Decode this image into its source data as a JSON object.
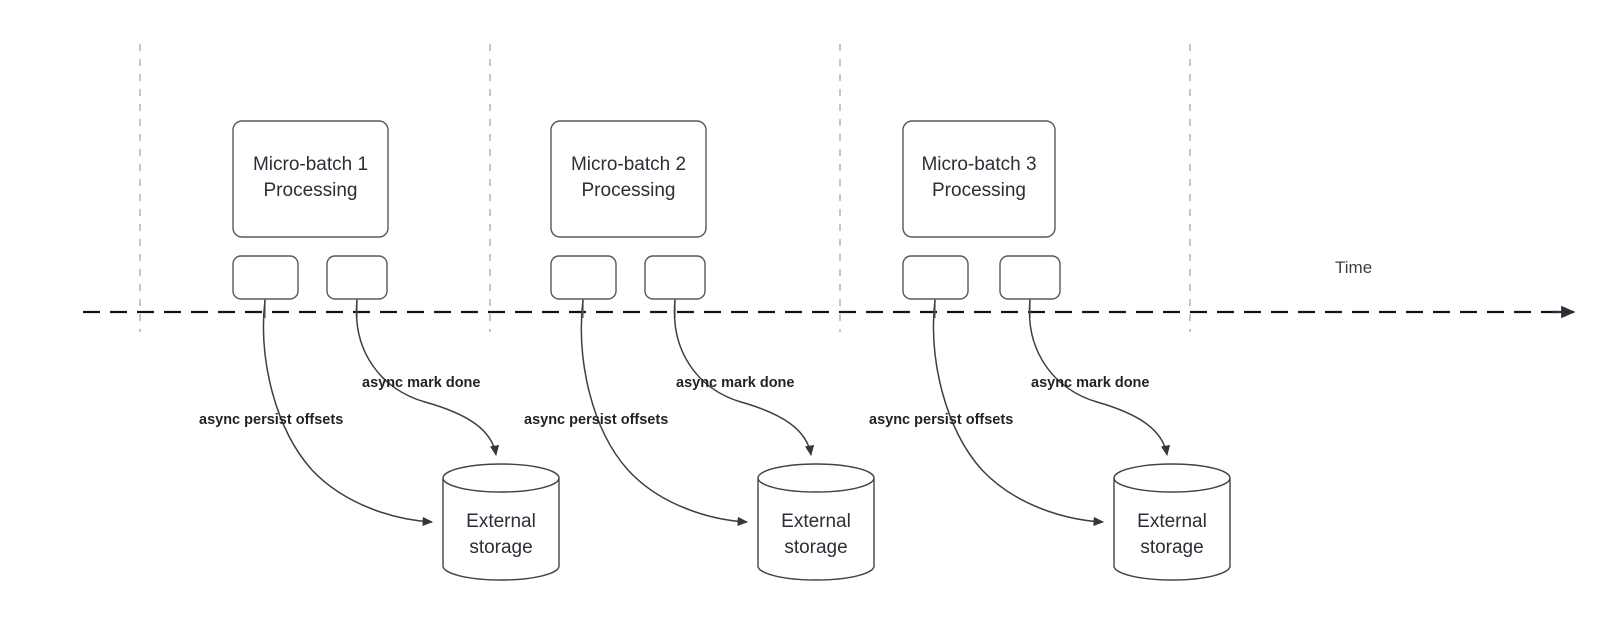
{
  "diagram": {
    "title_label": "Time",
    "axis": {
      "name": "time-axis",
      "label": "Time",
      "direction": "left-to-right",
      "style": "dashed-with-arrowhead"
    },
    "tick_marks": [
      {
        "name": "batch-boundary-1"
      },
      {
        "name": "batch-boundary-2"
      },
      {
        "name": "batch-boundary-3"
      },
      {
        "name": "batch-boundary-4"
      }
    ],
    "groups": [
      {
        "id": "group-1",
        "batch_box": {
          "line1": "Micro-batch 1",
          "line2": "Processing"
        },
        "small_boxes": [
          {
            "name": "commit-marker-a",
            "label": ""
          },
          {
            "name": "commit-marker-b",
            "label": ""
          }
        ],
        "storage": {
          "line1": "External",
          "line2": "storage"
        },
        "edges": [
          {
            "name": "async-persist-offsets-edge",
            "label": "async persist offsets"
          },
          {
            "name": "async-mark-done-edge",
            "label": "async mark done"
          }
        ]
      },
      {
        "id": "group-2",
        "batch_box": {
          "line1": "Micro-batch 2",
          "line2": "Processing"
        },
        "small_boxes": [
          {
            "name": "commit-marker-a",
            "label": ""
          },
          {
            "name": "commit-marker-b",
            "label": ""
          }
        ],
        "storage": {
          "line1": "External",
          "line2": "storage"
        },
        "edges": [
          {
            "name": "async-persist-offsets-edge",
            "label": "async persist offsets"
          },
          {
            "name": "async-mark-done-edge",
            "label": "async mark done"
          }
        ]
      },
      {
        "id": "group-3",
        "batch_box": {
          "line1": "Micro-batch 3",
          "line2": "Processing"
        },
        "small_boxes": [
          {
            "name": "commit-marker-a",
            "label": ""
          },
          {
            "name": "commit-marker-b",
            "label": ""
          }
        ],
        "storage": {
          "line1": "External",
          "line2": "storage"
        },
        "edges": [
          {
            "name": "async-persist-offsets-edge",
            "label": "async persist offsets"
          },
          {
            "name": "async-mark-done-edge",
            "label": "async mark done"
          }
        ]
      }
    ],
    "colors": {
      "background": "#ffffff",
      "box_stroke": "#55585f",
      "cylinder_stroke": "#3f434a",
      "axis": "#111418",
      "tick": "#b6b8bd",
      "text": "#2b2f36",
      "edge_label_text": "#1f2328"
    }
  }
}
